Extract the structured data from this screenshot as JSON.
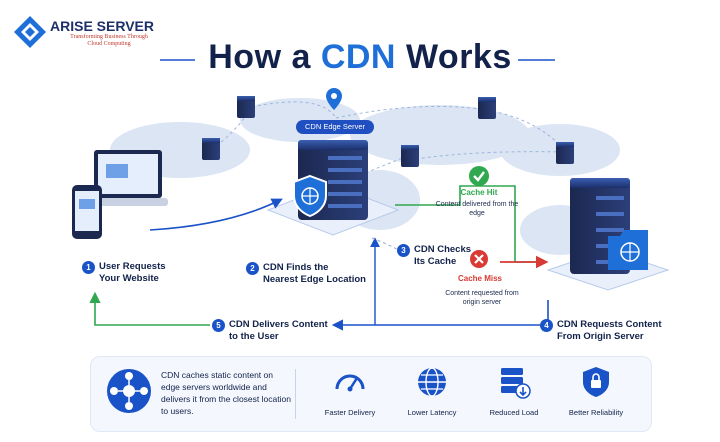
{
  "brand": {
    "name": "ARISE SERVER",
    "tagline": "Transforming Business Through Cloud Computing"
  },
  "title": {
    "prefix": "How a ",
    "highlight": "CDN",
    "suffix": " Works"
  },
  "edge_label": "CDN Edge Server",
  "steps": [
    {
      "num": "1",
      "line1": "User Requests",
      "line2": "Your Website"
    },
    {
      "num": "2",
      "line1": "CDN Finds the",
      "line2": "Nearest Edge Location"
    },
    {
      "num": "3",
      "line1": "CDN Checks",
      "line2": "Its Cache"
    },
    {
      "num": "4",
      "line1": "CDN Requests Content",
      "line2": "From Origin Server"
    },
    {
      "num": "5",
      "line1": "CDN Delivers Content",
      "line2": "to the User"
    }
  ],
  "cache_hit": {
    "label": "Cache Hit",
    "note": "Content delivered from the edge"
  },
  "cache_miss": {
    "label": "Cache Miss",
    "note": "Content requested from origin server"
  },
  "summary": "CDN caches static content on edge servers worldwide and delivers it from the closest location to users.",
  "features": [
    {
      "label": "Faster Delivery",
      "icon": "speedometer-icon"
    },
    {
      "label": "Lower Latency",
      "icon": "globe-icon"
    },
    {
      "label": "Reduced Load",
      "icon": "server-download-icon"
    },
    {
      "label": "Better Reliability",
      "icon": "shield-lock-icon"
    }
  ],
  "colors": {
    "primary": "#1a52c8",
    "accent": "#1f6fd8",
    "hit": "#2fa84f",
    "miss": "#d93a35",
    "title": "#12224a"
  }
}
